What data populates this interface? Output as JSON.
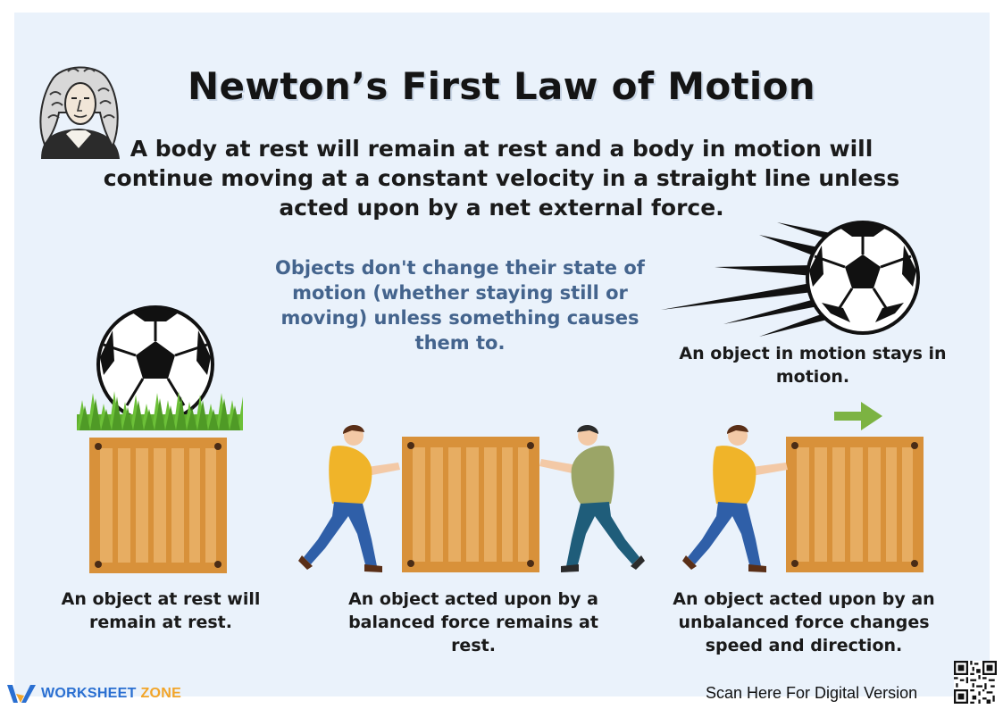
{
  "title": "Newton’s First Law of Motion",
  "law_statement": "A body at rest will remain at rest and a body in motion will continue moving at a constant velocity in a straight line unless acted upon by a net external force.",
  "explanation": "Objects don't change their state of motion (whether staying still or moving) unless something causes them to.",
  "examples": [
    {
      "caption": "An object at rest will remain at rest."
    },
    {
      "caption": "An object acted upon by a balanced force remains at rest."
    },
    {
      "caption": "An object acted upon by an unbalanced force changes speed and direction."
    }
  ],
  "motion_caption": "An object in motion stays in motion.",
  "footer": {
    "brand_main": "WORKSHEET",
    "brand_accent": "ZONE",
    "scan_text": "Scan Here For Digital Version"
  },
  "colors": {
    "panel": "#eaf2fb",
    "crate": "#d8913a",
    "explanation_text": "#44648d",
    "arrow": "#7cb342",
    "brand": "#2a6fd1",
    "brand_accent": "#f2a529"
  },
  "icons": [
    "newton-portrait",
    "soccer-ball",
    "grass",
    "crate",
    "person-pushing",
    "motion-lines",
    "right-arrow",
    "qr-code"
  ]
}
